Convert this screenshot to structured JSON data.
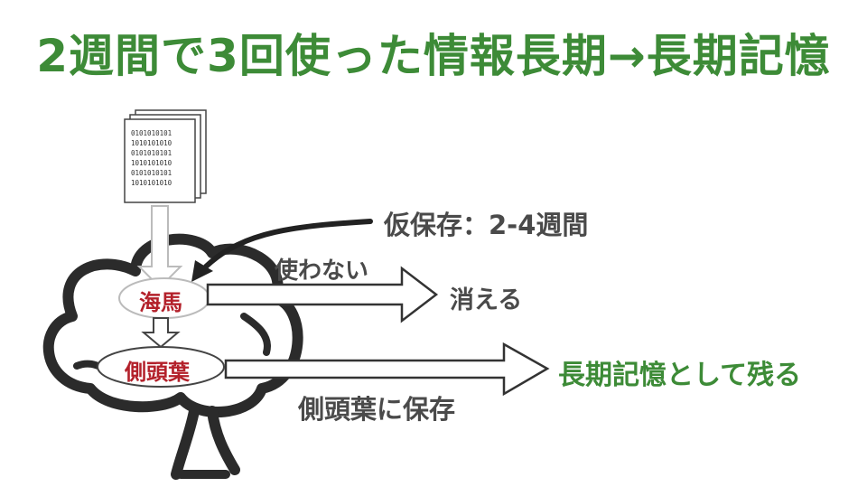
{
  "title": "2週間で3回使った情報長期→長期記憶",
  "document_binary_lines": [
    "0101010101",
    "1010101010",
    "0101010101",
    "1010101010",
    "0101010101",
    "1010101010"
  ],
  "labels": {
    "temporary_storage": "仮保存：2-4週間",
    "hippocampus": "海馬",
    "temporal_lobe": "側頭葉",
    "not_used": "使わない",
    "disappears": "消える",
    "remains_long_term": "長期記憶として残る",
    "save_in_temporal_lobe": "側頭葉に保存"
  },
  "colors": {
    "title_green": "#3d8b37",
    "label_red": "#b3202a",
    "text_gray": "#4a4a4a",
    "outline": "#2b2b2b"
  },
  "icons": [
    "document-stack-icon",
    "brain-icon",
    "arrow-right-icon",
    "arrow-down-icon"
  ]
}
